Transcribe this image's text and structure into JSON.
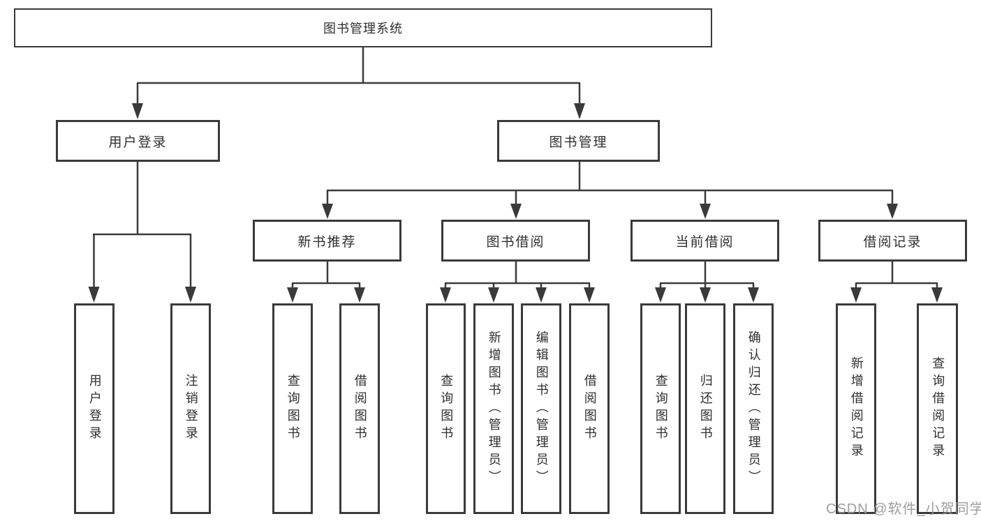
{
  "diagram": {
    "type": "org-tree",
    "colors": {
      "line": "#3a3a3a",
      "box_border": "#3a3a3a",
      "box_fill": "#ffffff",
      "text": "#2f2f2f",
      "watermark": "#969696"
    },
    "tree": {
      "label": "图书管理系统",
      "children": [
        {
          "label": "用户登录",
          "children": [
            {
              "label": "用户登录"
            },
            {
              "label": "注销登录"
            }
          ]
        },
        {
          "label": "图书管理",
          "children": [
            {
              "label": "新书推荐",
              "children": [
                {
                  "label": "查询图书"
                },
                {
                  "label": "借阅图书"
                }
              ]
            },
            {
              "label": "图书借阅",
              "children": [
                {
                  "label": "查询图书"
                },
                {
                  "label": "新增图书（管理员）"
                },
                {
                  "label": "编辑图书（管理员）"
                },
                {
                  "label": "借阅图书"
                }
              ]
            },
            {
              "label": "当前借阅",
              "children": [
                {
                  "label": "查询图书"
                },
                {
                  "label": "归还图书"
                },
                {
                  "label": "确认归还（管理员）"
                }
              ]
            },
            {
              "label": "借阅记录",
              "children": [
                {
                  "label": "新增借阅记录"
                },
                {
                  "label": "查询借阅记录"
                }
              ]
            }
          ]
        }
      ]
    },
    "watermark": {
      "text": "CSDN @软件_小贺同学"
    }
  }
}
